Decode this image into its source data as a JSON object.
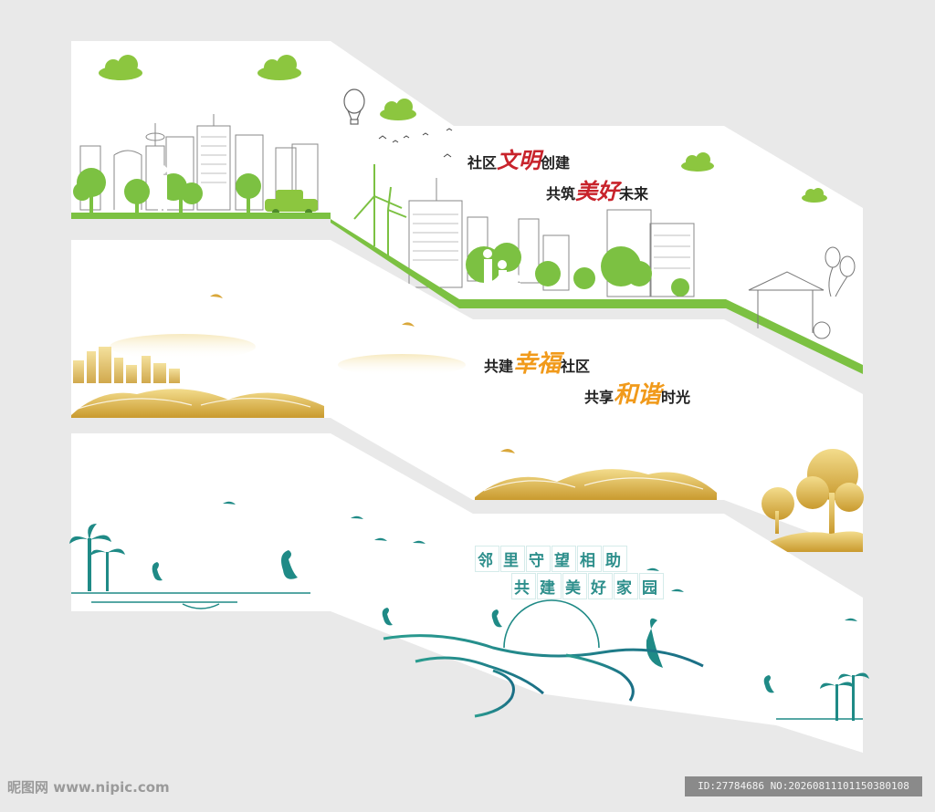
{
  "panel1": {
    "slogan_line1_a": "社区",
    "slogan_line1_b": "文明",
    "slogan_line1_c": "创建",
    "slogan_line2_a": "共筑",
    "slogan_line2_b": "美好",
    "slogan_line2_c": "未来"
  },
  "panel2": {
    "slogan_line1_a": "共建",
    "slogan_line1_b": "幸福",
    "slogan_line1_c": "社区",
    "slogan_line2_a": "共享",
    "slogan_line2_b": "和谐",
    "slogan_line2_c": "时光"
  },
  "panel3": {
    "line1": [
      "邻",
      "里",
      "守",
      "望",
      "相",
      "助"
    ],
    "line2": [
      "共",
      "建",
      "美",
      "好",
      "家",
      "园"
    ]
  },
  "watermark": {
    "site": "昵图网 www.nipic.com",
    "id": "ID:27784686 NO:20260811101150380108"
  },
  "colors": {
    "green": "#7cc142",
    "gold": "#d9b24a",
    "teal": "#1f8a86",
    "red": "#c8232b",
    "orange": "#f19a1b"
  }
}
